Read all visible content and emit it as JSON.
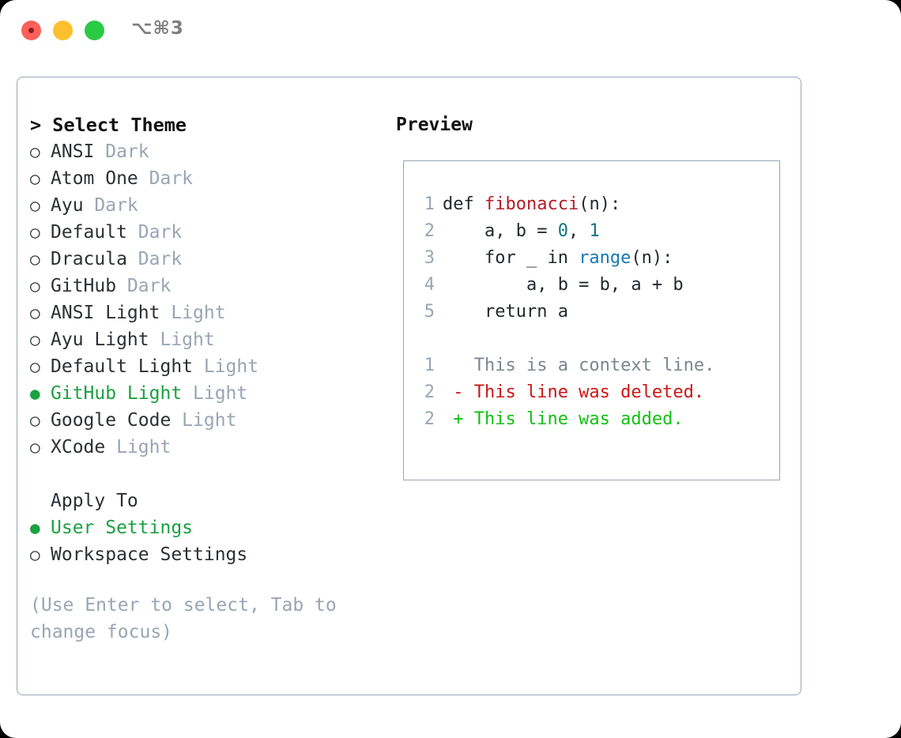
{
  "titlebar": {
    "shortcut": "⌥⌘3",
    "buttons": [
      {
        "name": "close",
        "color": "#fc6058"
      },
      {
        "name": "minimize",
        "color": "#fec02f"
      },
      {
        "name": "maximize",
        "color": "#2aca44"
      }
    ]
  },
  "left": {
    "header": "> Select Theme",
    "themes": [
      {
        "bullet": "○",
        "name": "ANSI",
        "kind": "Dark",
        "selected": false
      },
      {
        "bullet": "○",
        "name": "Atom One",
        "kind": "Dark",
        "selected": false
      },
      {
        "bullet": "○",
        "name": "Ayu",
        "kind": "Dark",
        "selected": false
      },
      {
        "bullet": "○",
        "name": "Default",
        "kind": "Dark",
        "selected": false
      },
      {
        "bullet": "○",
        "name": "Dracula",
        "kind": "Dark",
        "selected": false
      },
      {
        "bullet": "○",
        "name": "GitHub",
        "kind": "Dark",
        "selected": false
      },
      {
        "bullet": "○",
        "name": "ANSI Light",
        "kind": "Light",
        "selected": false
      },
      {
        "bullet": "○",
        "name": "Ayu Light",
        "kind": "Light",
        "selected": false
      },
      {
        "bullet": "○",
        "name": "Default Light",
        "kind": "Light",
        "selected": false
      },
      {
        "bullet": "●",
        "name": "GitHub Light",
        "kind": "Light",
        "selected": true
      },
      {
        "bullet": "○",
        "name": "Google Code",
        "kind": "Light",
        "selected": false
      },
      {
        "bullet": "○",
        "name": "XCode",
        "kind": "Light",
        "selected": false
      }
    ],
    "apply_to_title": "Apply To",
    "apply_to": [
      {
        "bullet": "●",
        "label": "User Settings",
        "selected": true
      },
      {
        "bullet": "○",
        "label": "Workspace Settings",
        "selected": false
      }
    ],
    "hint": "(Use Enter to select, Tab to change focus)"
  },
  "right": {
    "preview_title": "Preview",
    "code_lines": [
      {
        "no": "1",
        "segments": [
          {
            "t": "def ",
            "c": "plain"
          },
          {
            "t": "fibonacci",
            "c": "fn"
          },
          {
            "t": "(n):",
            "c": "plain"
          }
        ]
      },
      {
        "no": "2",
        "segments": [
          {
            "t": "    a, b = ",
            "c": "plain"
          },
          {
            "t": "0",
            "c": "num"
          },
          {
            "t": ", ",
            "c": "plain"
          },
          {
            "t": "1",
            "c": "num"
          }
        ]
      },
      {
        "no": "3",
        "segments": [
          {
            "t": "    for _ in ",
            "c": "plain"
          },
          {
            "t": "range",
            "c": "kwfn"
          },
          {
            "t": "(n):",
            "c": "plain"
          }
        ]
      },
      {
        "no": "4",
        "segments": [
          {
            "t": "        a, b = b, a + b",
            "c": "plain"
          }
        ]
      },
      {
        "no": "5",
        "segments": [
          {
            "t": "    return a",
            "c": "plain"
          }
        ]
      }
    ],
    "diff_lines": [
      {
        "no": "1",
        "marker": "  ",
        "text": "This is a context line.",
        "kind": "context"
      },
      {
        "no": "2",
        "marker": "- ",
        "text": "This line was deleted.",
        "kind": "del"
      },
      {
        "no": "2",
        "marker": "+ ",
        "text": "This line was added.",
        "kind": "add"
      }
    ]
  },
  "colors": {
    "accent_green": "#1aa140",
    "muted": "#9ba4b4",
    "text": "#2c2f33",
    "diff_add": "#12c112",
    "diff_del": "#cc1616",
    "fn": "#b31d28",
    "num": "#0b7682",
    "kwfn": "#1878b5"
  }
}
